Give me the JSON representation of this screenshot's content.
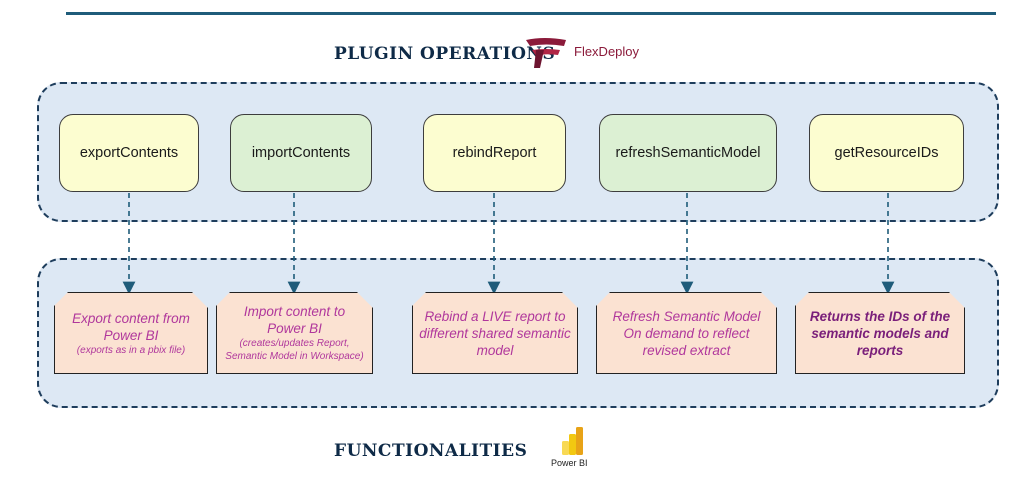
{
  "header": {
    "operations_title": "PLUGIN OPERATIONS",
    "functionalities_title": "FUNCTIONALITIES",
    "flexdeploy_brand": "FlexDeploy",
    "powerbi_label": "Power BI"
  },
  "operations": [
    {
      "label": "exportContents",
      "style": "yellow"
    },
    {
      "label": "importContents",
      "style": "green"
    },
    {
      "label": "rebindReport",
      "style": "yellow"
    },
    {
      "label": "refreshSemanticModel",
      "style": "green"
    },
    {
      "label": "getResourceIDs",
      "style": "yellow"
    }
  ],
  "functionalities": [
    {
      "main": "Export content from Power BI",
      "note": "(exports as in a pbix file)"
    },
    {
      "main": "Import content to Power BI",
      "note": "(creates/updates Report, Semantic Model in Workspace)"
    },
    {
      "main": "Rebind a LIVE report to different shared semantic model"
    },
    {
      "main": "Refresh Semantic Model On demand to reflect revised extract"
    },
    {
      "main": "Returns the IDs of the semantic models and reports"
    }
  ],
  "colors": {
    "panel_fill": "#dde8f4",
    "op_yellow": "#fcfdd0",
    "op_green": "#dcf0d3",
    "fn_fill": "#fbe2d2",
    "fn_text": "#b0379c"
  }
}
